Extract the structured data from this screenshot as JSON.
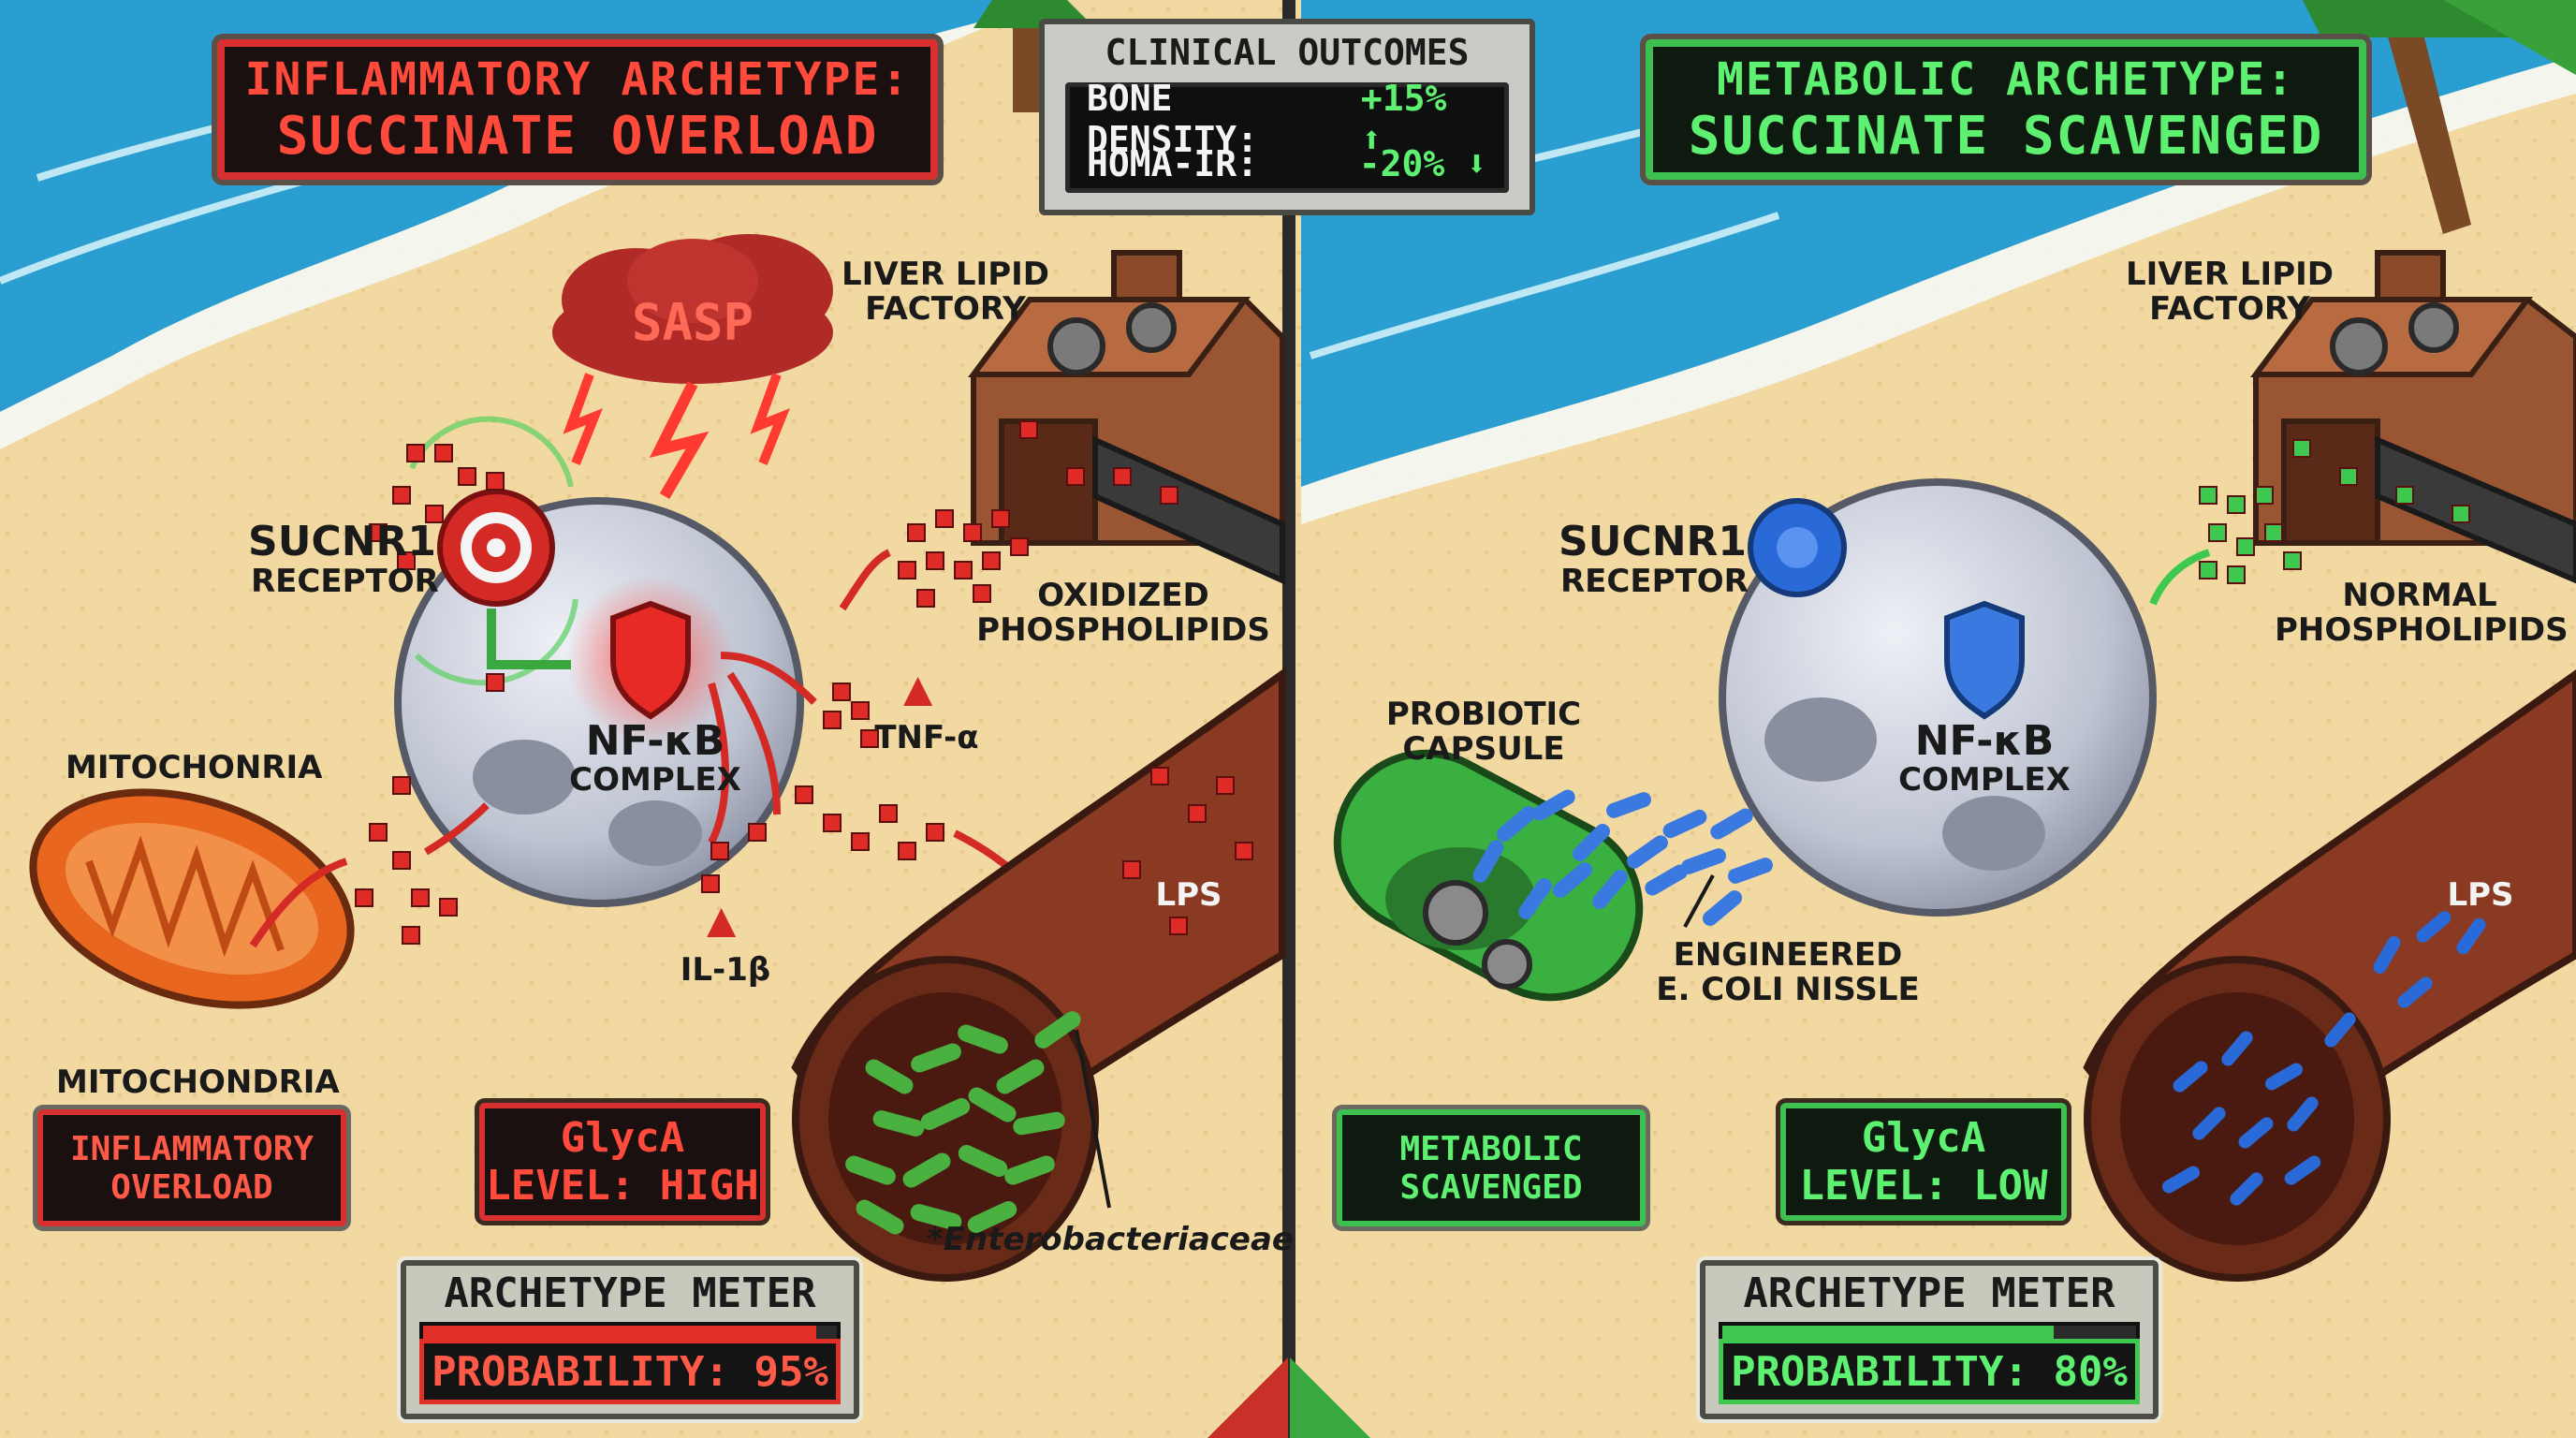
{
  "left_title": {
    "line1": "INFLAMMATORY ARCHETYPE:",
    "line2": "SUCCINATE OVERLOAD"
  },
  "right_title": {
    "line1": "METABOLIC ARCHETYPE:",
    "line2": "SUCCINATE SCAVENGED"
  },
  "clinical": {
    "title": "CLINICAL OUTCOMES",
    "rows": [
      {
        "label": "BONE DENSITY:",
        "value": "+15%",
        "arrow": "up"
      },
      {
        "label": "HOMA-IR:",
        "value": "-20%",
        "arrow": "down"
      }
    ]
  },
  "left": {
    "sasp": "SASP",
    "liver": "LIVER LIPID\nFACTORY",
    "sucnr1": "SUCNR1",
    "receptor": "RECEPTOR",
    "nfkb": "NF-κB",
    "complex": "COMPLEX",
    "oxidized": "OXIDIZED\nPHOSPHOLIPIDS",
    "tnf": "TNF-α",
    "il1b": "IL-1β",
    "mito_top": "MITOCHONRIA",
    "mito_bottom": "MITOCHONDRIA",
    "lps": "LPS",
    "entero": "*Enterobacteriaceae",
    "status_box": {
      "line1": "INFLAMMATORY",
      "line2": "OVERLOAD"
    },
    "glyca": {
      "line1": "GlycA",
      "line2": "LEVEL: HIGH"
    },
    "meter": {
      "title": "ARCHETYPE METER",
      "probability_label": "PROBABILITY: 95%",
      "fill": 0.95
    }
  },
  "right": {
    "liver": "LIVER LIPID\nFACTORY",
    "sucnr1": "SUCNR1",
    "receptor": "RECEPTOR",
    "nfkb": "NF-κB",
    "complex": "COMPLEX",
    "normal": "NORMAL\nPHOSPHOLIPIDS",
    "probiotic": "PROBIOTIC\nCAPSULE",
    "ecoli": "ENGINEERED\nE. COLI NISSLE",
    "lps": "LPS",
    "status_box": {
      "line1": "METABOLIC",
      "line2": "SCAVENGED"
    },
    "glyca": {
      "line1": "GlycA",
      "line2": "LEVEL: LOW"
    },
    "meter": {
      "title": "ARCHETYPE METER",
      "probability_label": "PROBABILITY: 80%",
      "fill": 0.8
    }
  },
  "colors": {
    "red": "#e02a26",
    "green": "#3ec850",
    "blue": "#2a6ad8",
    "sand": "#f2d9a2",
    "sea": "#2a9ed0"
  }
}
